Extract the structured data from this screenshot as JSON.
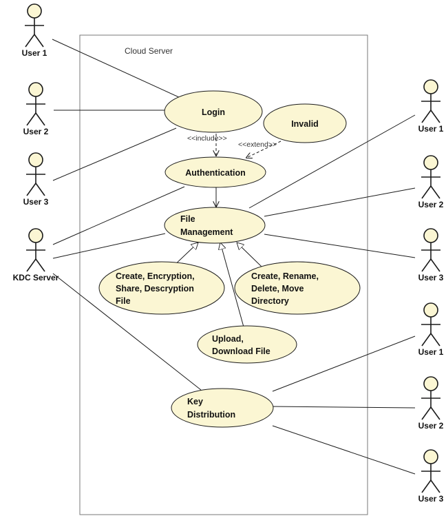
{
  "system": {
    "title": "Cloud Server"
  },
  "actors": [
    {
      "name": "user1-left",
      "label": "User 1"
    },
    {
      "name": "user2-left",
      "label": "User 2"
    },
    {
      "name": "user3-left",
      "label": "User 3"
    },
    {
      "name": "kdc-server",
      "label": "KDC Server"
    },
    {
      "name": "user1-right-a",
      "label": "User 1"
    },
    {
      "name": "user2-right-a",
      "label": "User 2"
    },
    {
      "name": "user3-right-a",
      "label": "User 3"
    },
    {
      "name": "user1-right-b",
      "label": "User 1"
    },
    {
      "name": "user2-right-b",
      "label": "User 2"
    },
    {
      "name": "user3-right-b",
      "label": "User 3"
    }
  ],
  "usecases": [
    {
      "name": "login",
      "lines": [
        "Login"
      ]
    },
    {
      "name": "invalid",
      "lines": [
        "Invalid"
      ]
    },
    {
      "name": "authentication",
      "lines": [
        "Authentication"
      ]
    },
    {
      "name": "file-management",
      "lines": [
        "File",
        "Management"
      ]
    },
    {
      "name": "create-encryption",
      "lines": [
        "Create, Encryption,",
        "Share, Descryption",
        "File"
      ]
    },
    {
      "name": "create-rename",
      "lines": [
        "Create, Rename,",
        "Delete, Move",
        "Directory"
      ]
    },
    {
      "name": "upload-download",
      "lines": [
        "Upload,",
        "Download File"
      ]
    },
    {
      "name": "key-distribution",
      "lines": [
        "Key",
        "Distribution"
      ]
    }
  ],
  "stereotypes": {
    "include": "<<include>>",
    "extend": "<<extend>>"
  },
  "colors": {
    "usecase_fill": "#fbf6d3",
    "actor_head_fill": "#fbf6d3",
    "stroke": "#1a1a1a",
    "boundary": "#777777"
  }
}
